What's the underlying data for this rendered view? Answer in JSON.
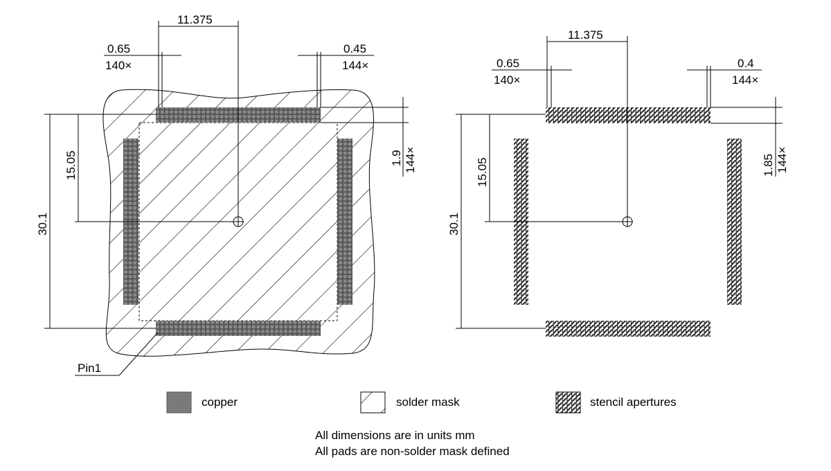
{
  "footprint_left": {
    "dim_span": "11.375",
    "pitch": "0.65",
    "pitch_count": "140×",
    "pad_width": "0.45",
    "pad_width_count": "144×",
    "pad_length": "1.9",
    "pad_length_count": "144×",
    "half_span": "15.05",
    "full_span": "30.1",
    "pin1_label": "Pin1"
  },
  "footprint_right": {
    "dim_span": "11.375",
    "pitch": "0.65",
    "pitch_count": "140×",
    "pad_width": "0.4",
    "pad_width_count": "144×",
    "pad_length": "1.85",
    "pad_length_count": "144×",
    "half_span": "15.05",
    "full_span": "30.1"
  },
  "legend": [
    {
      "label": "copper",
      "color": "#7a7a7a"
    },
    {
      "label": "solder mask"
    },
    {
      "label": "stencil apertures"
    }
  ],
  "notes": [
    "All dimensions are in units mm",
    "All pads are non-solder mask defined"
  ]
}
